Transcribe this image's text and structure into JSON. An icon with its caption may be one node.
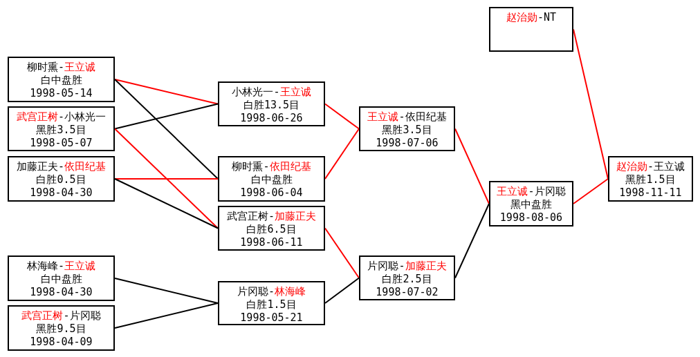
{
  "diagram": {
    "nodes": [
      {
        "text": [
          "柳时熏-**王立诚**",
          "白中盘胜",
          "1998-05-14"
        ]
      },
      {
        "text": [
          "**武宫正树**-小林光一",
          "黑胜3.5目",
          "1998-05-07"
        ]
      },
      {
        "text": [
          "加藤正夫-**依田纪基**",
          "白胜0.5目",
          "1998-04-30"
        ]
      },
      {
        "text": [
          "林海峰-**王立诚**",
          "白中盘胜",
          "1998-04-30"
        ]
      },
      {
        "text": [
          "**武宫正树**-片冈聪",
          "黑胜9.5目",
          "1998-04-09"
        ]
      },
      {
        "text": [
          "小林光一-**王立诚**",
          "白胜13.5目",
          "1998-06-26"
        ]
      },
      {
        "text": [
          "柳时熏-**依田纪基**",
          "白中盘胜",
          "1998-06-04"
        ]
      },
      {
        "text": [
          "武宫正树-**加藤正夫**",
          "白胜6.5目",
          "1998-06-11"
        ]
      },
      {
        "text": [
          "片冈聪-**林海峰**",
          "白胜1.5目",
          "1998-05-21"
        ]
      },
      {
        "text": [
          "**王立诚**-依田纪基",
          "黑胜3.5目",
          "1998-07-06"
        ]
      },
      {
        "text": [
          "片冈聪-**加藤正夫**",
          "白胜2.5目",
          "1998-07-02"
        ]
      },
      {
        "text": [
          "**王立诚**-片冈聪",
          "黑中盘胜",
          "1998-08-06"
        ]
      },
      {
        "text": [
          "**赵治勋**-NT"
        ]
      },
      {
        "text": [
          "**赵治勋**-王立诚",
          "黑胜1.5目",
          "1998-11-11"
        ]
      }
    ],
    "edges": [
      {
        "from": 0,
        "to": 5,
        "arrow": "none"
      },
      {
        "from": 0,
        "to": 6,
        "arrow": "none",
        "color": "#000000"
      },
      {
        "from": 1,
        "to": 5,
        "arrow": "none",
        "color": "#000000"
      },
      {
        "from": 1,
        "to": 7,
        "arrow": "none"
      },
      {
        "from": 2,
        "to": 6,
        "arrow": "none"
      },
      {
        "from": 2,
        "to": 7,
        "arrow": "none",
        "color": "#000000"
      },
      {
        "from": 3,
        "to": 8,
        "arrow": "none",
        "color": "#000000"
      },
      {
        "from": 4,
        "to": 8,
        "arrow": "none",
        "color": "#000000"
      },
      {
        "from": 5,
        "to": 9,
        "arrow": "none"
      },
      {
        "from": 6,
        "to": 9,
        "arrow": "none"
      },
      {
        "from": 7,
        "to": 10,
        "arrow": "none"
      },
      {
        "from": 8,
        "to": 10,
        "arrow": "none",
        "color": "#000000"
      },
      {
        "from": 9,
        "to": 11,
        "arrow": "none"
      },
      {
        "from": 10,
        "to": 11,
        "arrow": "none",
        "color": "#000000"
      },
      {
        "from": 11,
        "to": 13,
        "arrow": "none"
      },
      {
        "from": 12,
        "to": 13,
        "arrow": "none"
      }
    ]
  }
}
